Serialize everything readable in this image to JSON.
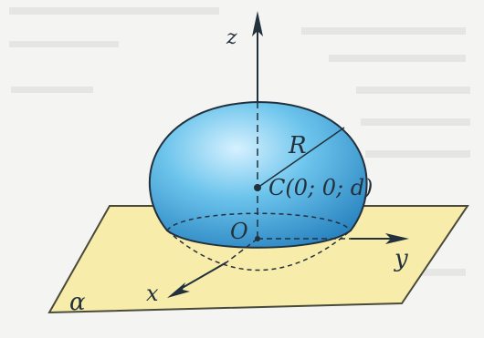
{
  "diagram": {
    "axis_labels": {
      "z": "z",
      "y": "y",
      "x": "x"
    },
    "radius_label": "R",
    "center_label": "C(0; 0; d)",
    "origin_label": "O",
    "plane_label": "α"
  },
  "colors": {
    "plane_fill": "#f7ecaa",
    "plane_edge": "#4a4a3a",
    "sphere_light": "#cfeeff",
    "sphere_mid": "#5fbdea",
    "sphere_dark": "#2b86c2",
    "outline": "#23313d",
    "background": "#f4f5f3"
  }
}
